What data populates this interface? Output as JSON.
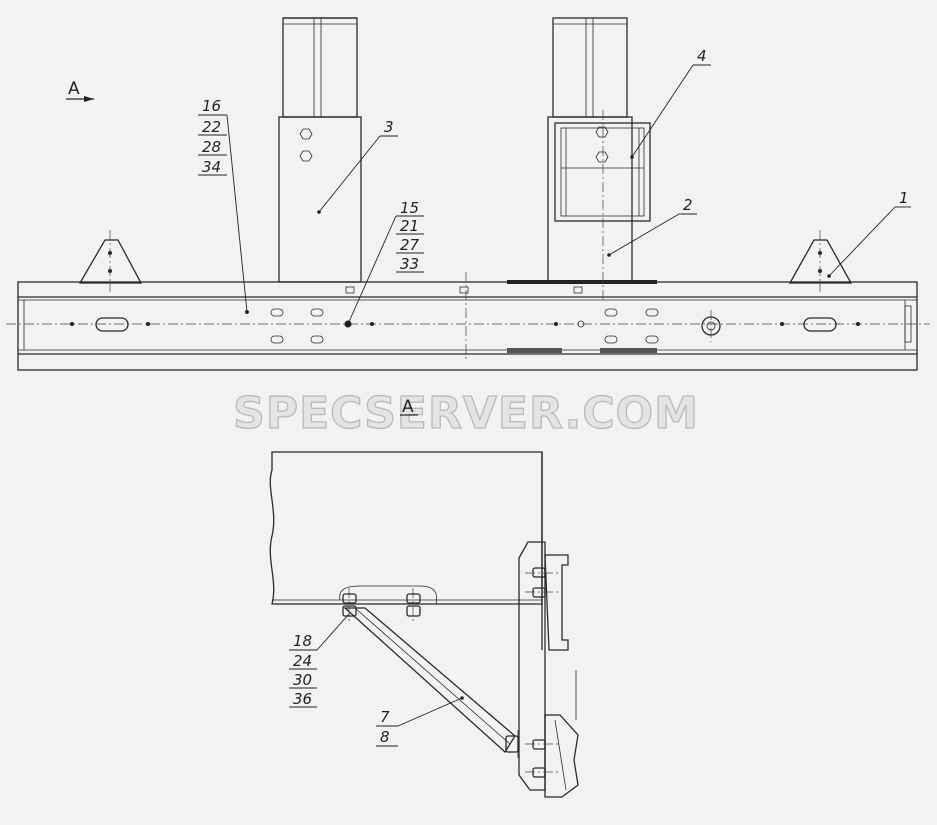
{
  "view_labels": {
    "top_view_marker": "A",
    "section_title": "A"
  },
  "watermark": "SPECSERVER.COM",
  "callouts": {
    "c1": "1",
    "c2": "2",
    "c3": "3",
    "c4": "4",
    "stack_16": [
      "16",
      "22",
      "28",
      "34"
    ],
    "stack_15": [
      "15",
      "21",
      "27",
      "33"
    ],
    "stack_18": [
      "18",
      "24",
      "30",
      "36"
    ],
    "stack_7": [
      "7",
      "8"
    ]
  }
}
